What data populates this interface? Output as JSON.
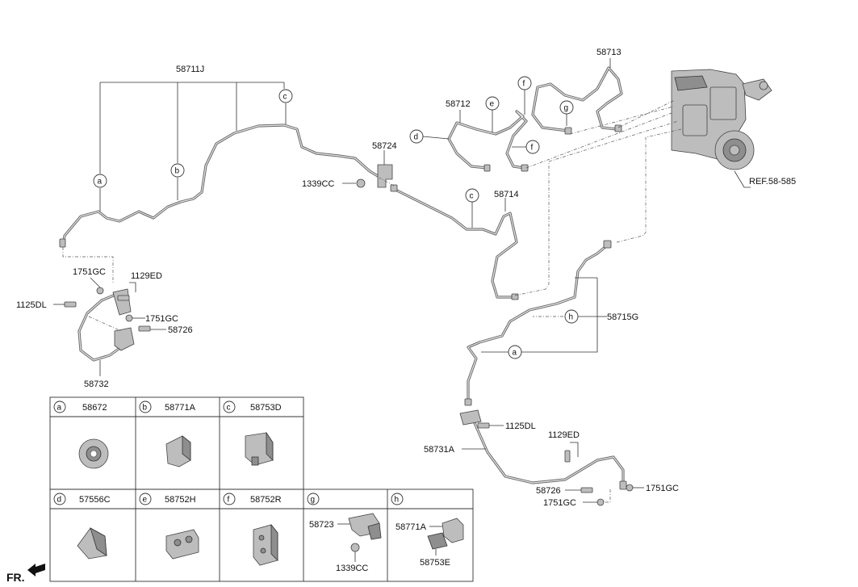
{
  "labels": {
    "p58711J": "58711J",
    "p58712": "58712",
    "p58713": "58713",
    "p58714": "58714",
    "p58715G": "58715G",
    "p58724": "58724",
    "p58726_left": "58726",
    "p58726_right": "58726",
    "p58732": "58732",
    "p58731A": "58731A",
    "p1339CC": "1339CC",
    "p1751GC_a": "1751GC",
    "p1751GC_b": "1751GC",
    "p1751GC_c": "1751GC",
    "p1751GC_d": "1751GC",
    "p1129ED_left": "1129ED",
    "p1129ED_right": "1129ED",
    "p1125DL_left": "1125DL",
    "p1125DL_right": "1125DL",
    "ref": "REF.58-585",
    "fr": "FR."
  },
  "callouts": {
    "a": "a",
    "b": "b",
    "c": "c",
    "d": "d",
    "e": "e",
    "f": "f",
    "g": "g",
    "h": "h"
  },
  "table": {
    "row1": [
      {
        "letter": "a",
        "part": "58672"
      },
      {
        "letter": "b",
        "part": "58771A"
      },
      {
        "letter": "c",
        "part": "58753D"
      }
    ],
    "row2": [
      {
        "letter": "d",
        "part": "57556C"
      },
      {
        "letter": "e",
        "part": "58752H"
      },
      {
        "letter": "f",
        "part": "58752R"
      },
      {
        "letter": "g",
        "part": ""
      },
      {
        "letter": "h",
        "part": ""
      }
    ],
    "cell_g": {
      "part_a": "58723",
      "part_b": "1339CC"
    },
    "cell_h": {
      "part_a": "58771A",
      "part_b": "58753E"
    }
  }
}
